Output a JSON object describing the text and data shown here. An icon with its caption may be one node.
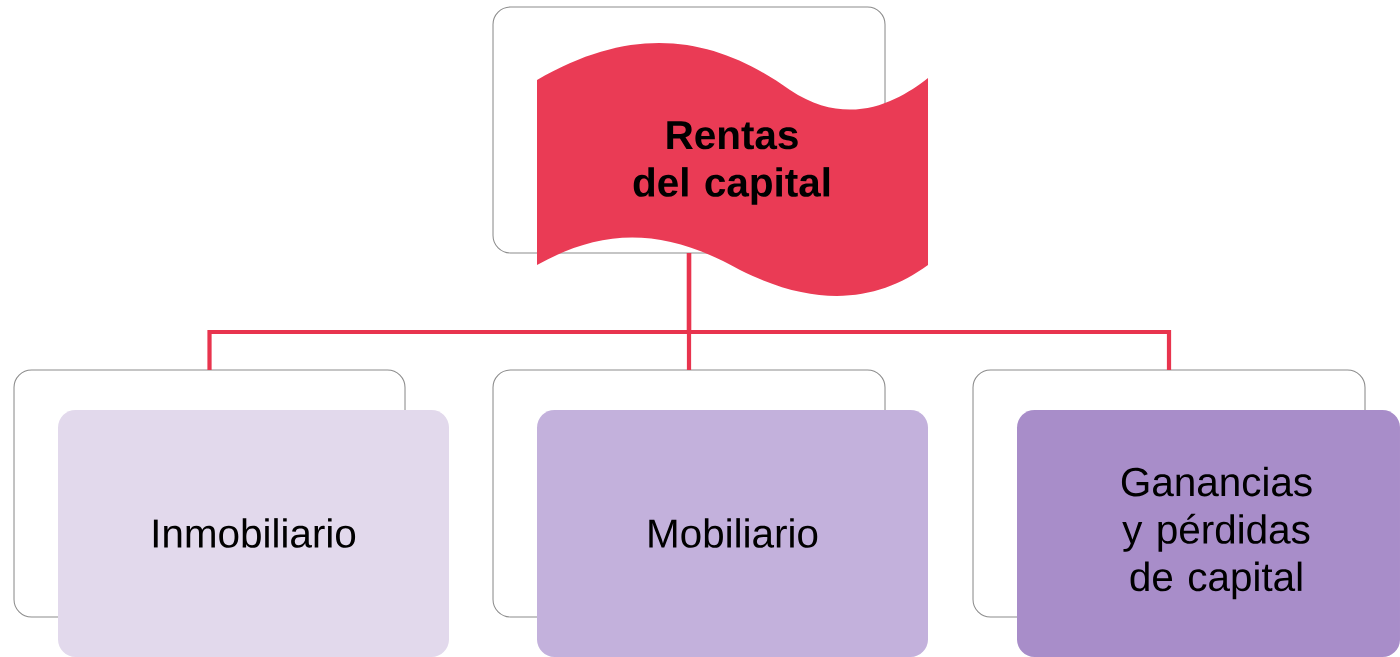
{
  "diagram": {
    "nodes": [
      {
        "text": [
          "Rentas del capital"
        ]
      },
      {
        "text": [
          "Inmobiliario"
        ]
      },
      {
        "text": [
          "Mobiliario"
        ]
      },
      {
        "text": [
          "Ganancias y pérdidas de capital"
        ]
      }
    ],
    "edges": [
      {
        "from": 0,
        "to": 1,
        "arrow": "none"
      },
      {
        "from": 0,
        "to": 2,
        "arrow": "none"
      },
      {
        "from": 0,
        "to": 3,
        "arrow": "none"
      }
    ]
  }
}
